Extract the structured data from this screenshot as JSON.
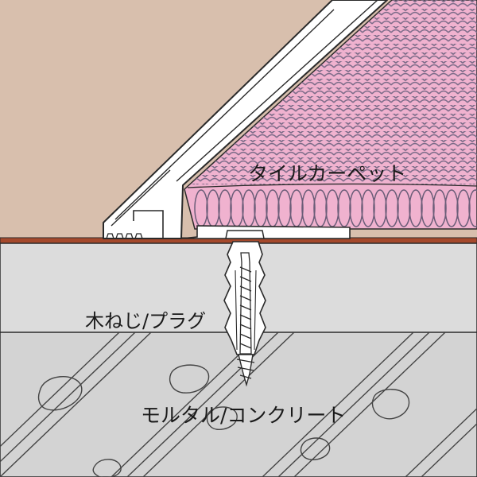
{
  "labels": {
    "carpet": "タイルカーペット",
    "screw": "木ねじ/プラグ",
    "substrate": "モルタル/コンクリート"
  },
  "colors": {
    "wall": "#d8bfad",
    "carpet": "#f0b2cf",
    "carpet_pattern": "#7d6c89",
    "backing": "#3f7e96",
    "floor_strip": "#a5492c",
    "mortar": "#dcdcdc",
    "concrete": "#d3d3d3",
    "profile": "#ffffff",
    "outline": "#2a2a2a"
  },
  "icons": {
    "screw": "screw-plug-icon"
  }
}
